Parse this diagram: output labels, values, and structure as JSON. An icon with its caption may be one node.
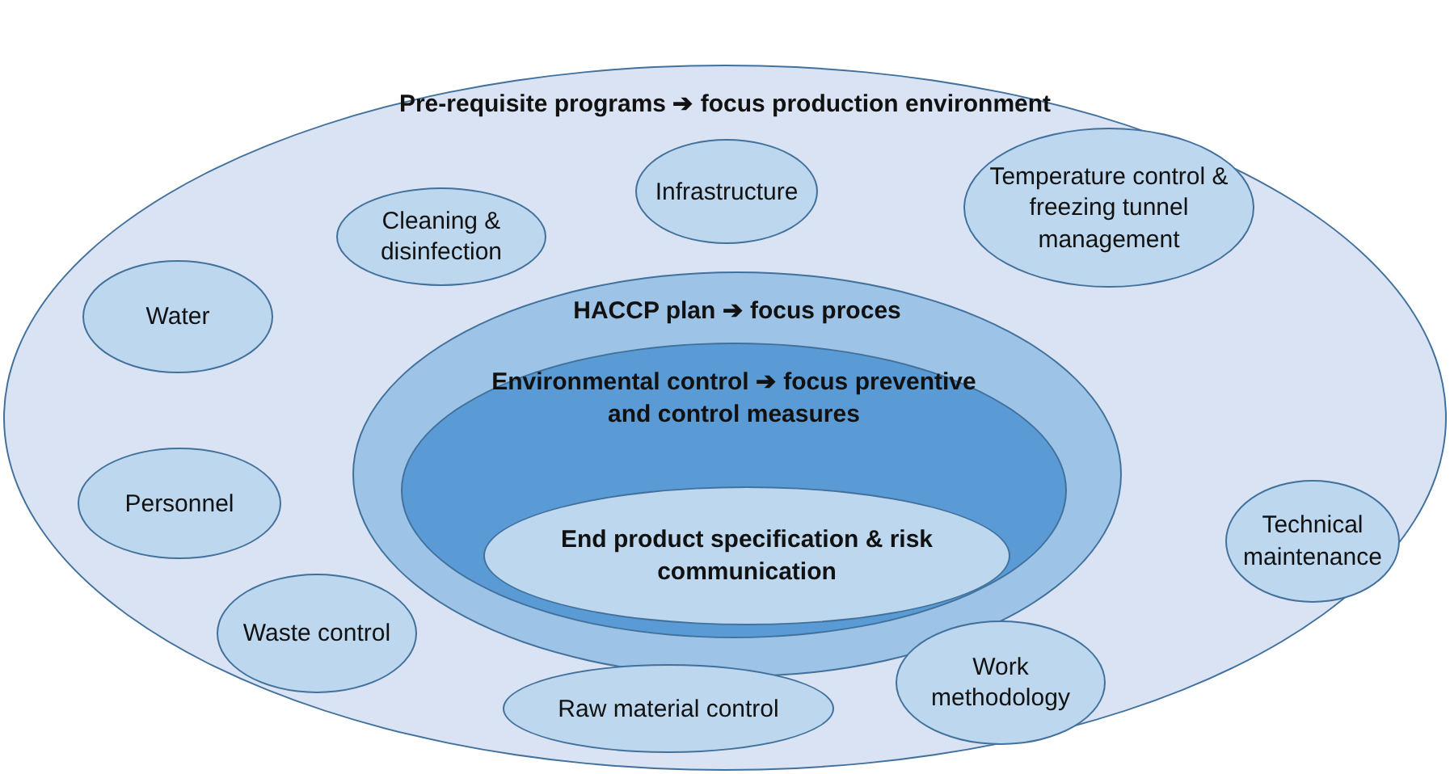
{
  "diagram": {
    "nodes": [
      {
        "text": [
          "Pre-requisite programs ➔ focus production environment"
        ]
      },
      {
        "text": [
          "Infrastructure"
        ],
        "in": 0
      },
      {
        "text": [
          "Cleaning & disinfection"
        ],
        "in": 0
      },
      {
        "text": [
          "Temperature control & freezing tunnel management"
        ],
        "in": 0
      },
      {
        "text": [
          "Water"
        ],
        "in": 0
      },
      {
        "text": [
          "HACCP plan ➔ focus proces"
        ],
        "in": 0
      },
      {
        "text": [
          "Environmental control ➔ focus preventive and control measures"
        ],
        "in": 5
      },
      {
        "text": [
          "End product specification & risk communication"
        ],
        "in": 6
      },
      {
        "text": [
          "Personnel"
        ],
        "in": 0
      },
      {
        "text": [
          "Technical maintenance"
        ],
        "in": 0
      },
      {
        "text": [
          "Waste control"
        ],
        "in": 0
      },
      {
        "text": [
          "Work methodology"
        ],
        "in": 0
      },
      {
        "text": [
          "Raw material control"
        ],
        "in": 0
      }
    ]
  }
}
